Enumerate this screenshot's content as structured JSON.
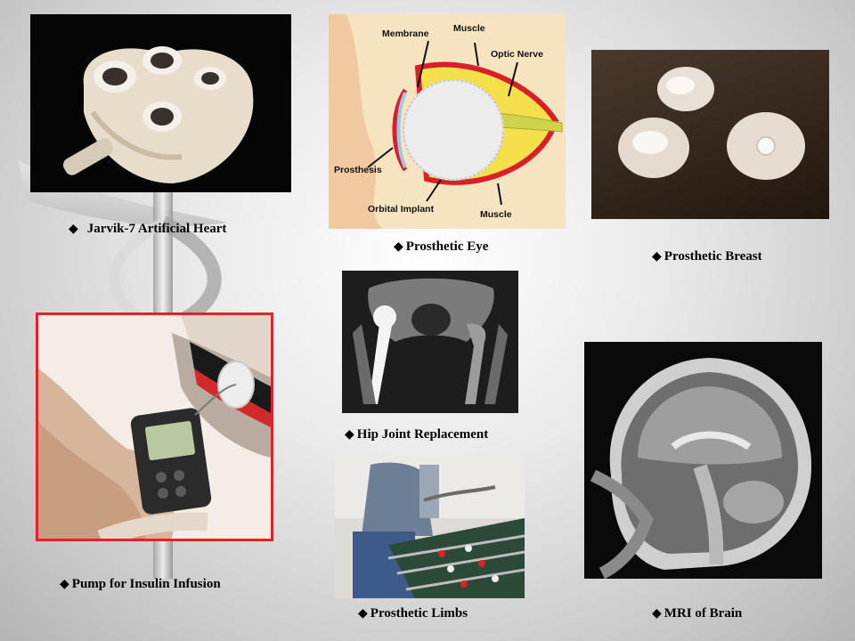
{
  "captions": {
    "heart": "Jarvik-7 Artificial Heart",
    "eye": "Prosthetic Eye",
    "breast": "Prosthetic Breast",
    "hip": "Hip Joint Replacement",
    "pump": "Pump for Insulin Infusion",
    "limbs": "Prosthetic Limbs",
    "mri": "MRI of Brain"
  },
  "bullet": "◆",
  "eye_diagram": {
    "membrane": "Membrane",
    "muscle_top": "Muscle",
    "optic_nerve": "Optic Nerve",
    "prosthesis": "Prosthesis",
    "orbital_implant": "Orbital Implant",
    "muscle_bottom": "Muscle"
  },
  "colors": {
    "eye_background": "#f6e3bf",
    "pump_border": "#e0222a",
    "muscle_red": "#d8202a",
    "fat_yellow": "#f4e04a"
  }
}
